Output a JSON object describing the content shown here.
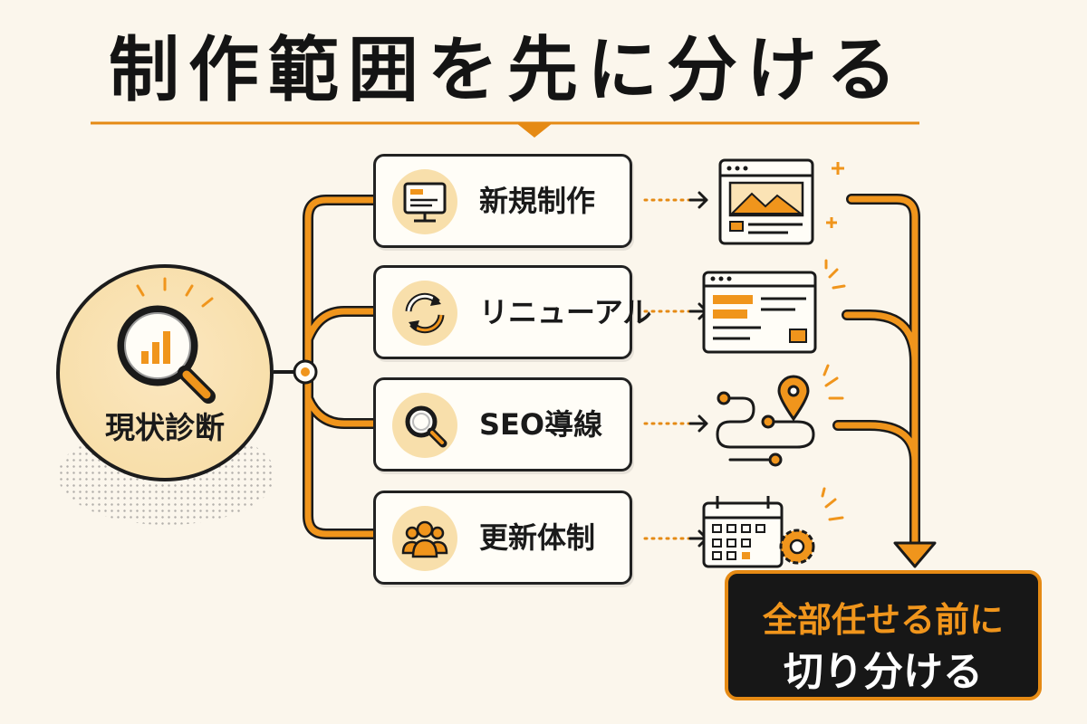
{
  "title": "制作範囲を先に分ける",
  "diagnosis": {
    "label": "現状診断",
    "icon": "magnifier-chart-icon"
  },
  "branches": [
    {
      "label": "新規制作",
      "icon": "monitor-icon",
      "result_icon": "website-mockup-icon"
    },
    {
      "label": "リニューアル",
      "icon": "refresh-arrows-icon",
      "result_icon": "webpage-layout-icon"
    },
    {
      "label": "SEO導線",
      "icon": "search-icon",
      "result_icon": "route-pin-icon"
    },
    {
      "label": "更新体制",
      "icon": "team-icon",
      "result_icon": "calendar-gear-icon"
    }
  ],
  "result": {
    "line1": "全部任せる前に",
    "line2": "切り分ける"
  },
  "colors": {
    "accent": "#f0951c",
    "ink": "#1a1a1a",
    "background": "#fbf6ec",
    "result_bg": "#171717"
  }
}
